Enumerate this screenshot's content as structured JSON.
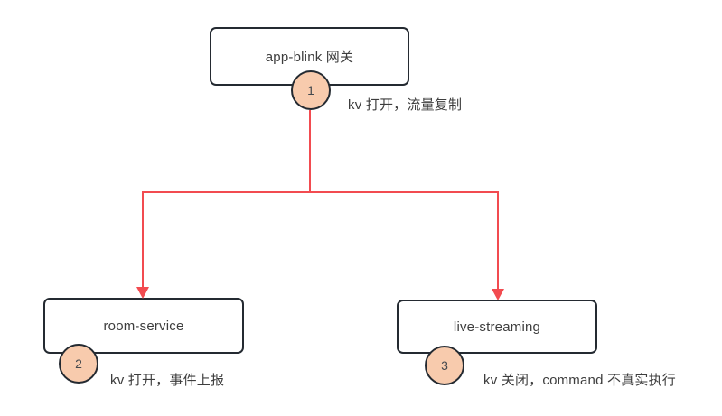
{
  "diagram": {
    "nodes": {
      "gateway": {
        "label": "app-blink 网关"
      },
      "room_service": {
        "label": "room-service"
      },
      "live_streaming": {
        "label": "live-streaming"
      }
    },
    "steps": [
      {
        "number": "1",
        "note": "kv 打开，流量复制"
      },
      {
        "number": "2",
        "note": "kv 打开，事件上报"
      },
      {
        "number": "3",
        "note": "kv 关闭，command 不真实执行"
      }
    ],
    "colors": {
      "arrow": "#f24b50",
      "step_circle_fill": "#f8cbad",
      "shape_outline": "#242a31",
      "text": "#3d3d3d",
      "background": "#ffffff"
    }
  }
}
